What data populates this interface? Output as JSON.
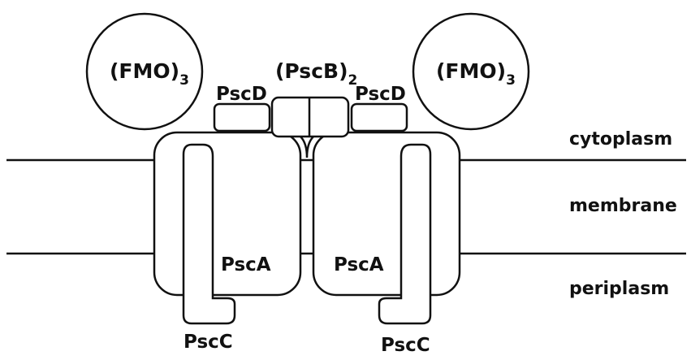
{
  "complexes": {
    "fmo_left": {
      "base": "(FMO)",
      "sub": "3"
    },
    "fmo_right": {
      "base": "(FMO)",
      "sub": "3"
    },
    "pscb": {
      "base": "(PscB)",
      "sub": "2"
    },
    "pscd_left": "PscD",
    "pscd_right": "PscD",
    "psca_left": "PscA",
    "psca_right": "PscA",
    "pscc_left": "PscC",
    "pscc_right": "PscC"
  },
  "regions": {
    "cytoplasm": "cytoplasm",
    "membrane": "membrane",
    "periplasm": "periplasm"
  }
}
